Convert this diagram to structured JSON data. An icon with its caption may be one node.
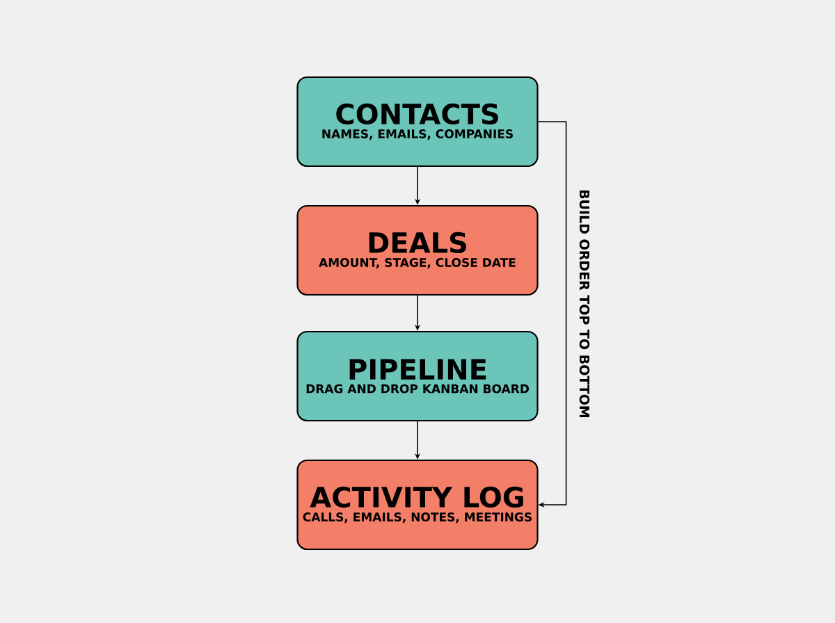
{
  "diagram": {
    "nodes": [
      {
        "text": [
          "CONTACTS",
          "NAMES, EMAILS, COMPANIES"
        ]
      },
      {
        "text": [
          "DEALS",
          "AMOUNT, STAGE, CLOSE DATE"
        ]
      },
      {
        "text": [
          "PIPELINE",
          "DRAG AND DROP KANBAN BOARD"
        ]
      },
      {
        "text": [
          "ACTIVITY LOG",
          "CALLS, EMAILS, NOTES, MEETINGS"
        ]
      }
    ],
    "edges": [
      {
        "from": 0,
        "to": 1,
        "arrow": "to"
      },
      {
        "from": 1,
        "to": 2,
        "arrow": "to"
      },
      {
        "from": 2,
        "to": 3,
        "arrow": "to"
      },
      {
        "from": 0,
        "to": 3,
        "arrow": "to",
        "label": "BUILD ORDER TOP TO BOTTOM"
      }
    ]
  }
}
